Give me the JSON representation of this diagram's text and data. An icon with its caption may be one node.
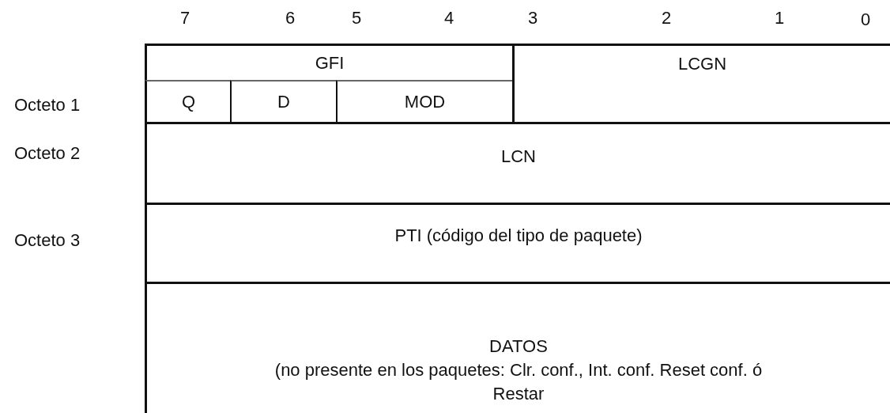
{
  "diagram": {
    "nodes": [
      {
        "text": [
          "GFI"
        ]
      },
      {
        "text": [
          "Q"
        ]
      },
      {
        "text": [
          "D"
        ]
      },
      {
        "text": [
          "MOD"
        ]
      },
      {
        "text": [
          "LCGN"
        ]
      },
      {
        "text": [
          "LCN"
        ]
      },
      {
        "text": [
          "PTI (código del tipo de paquete)"
        ]
      },
      {
        "text": [
          "DATOS",
          "(no presente en los paquetes: Clr. conf., Int. conf. Reset conf. ó Restar"
        ]
      }
    ],
    "labels": [
      "7",
      "6",
      "5",
      "4",
      "3",
      "2",
      "1",
      "0",
      "Octeto 1",
      "Octeto 2",
      "Octeto 3"
    ]
  }
}
